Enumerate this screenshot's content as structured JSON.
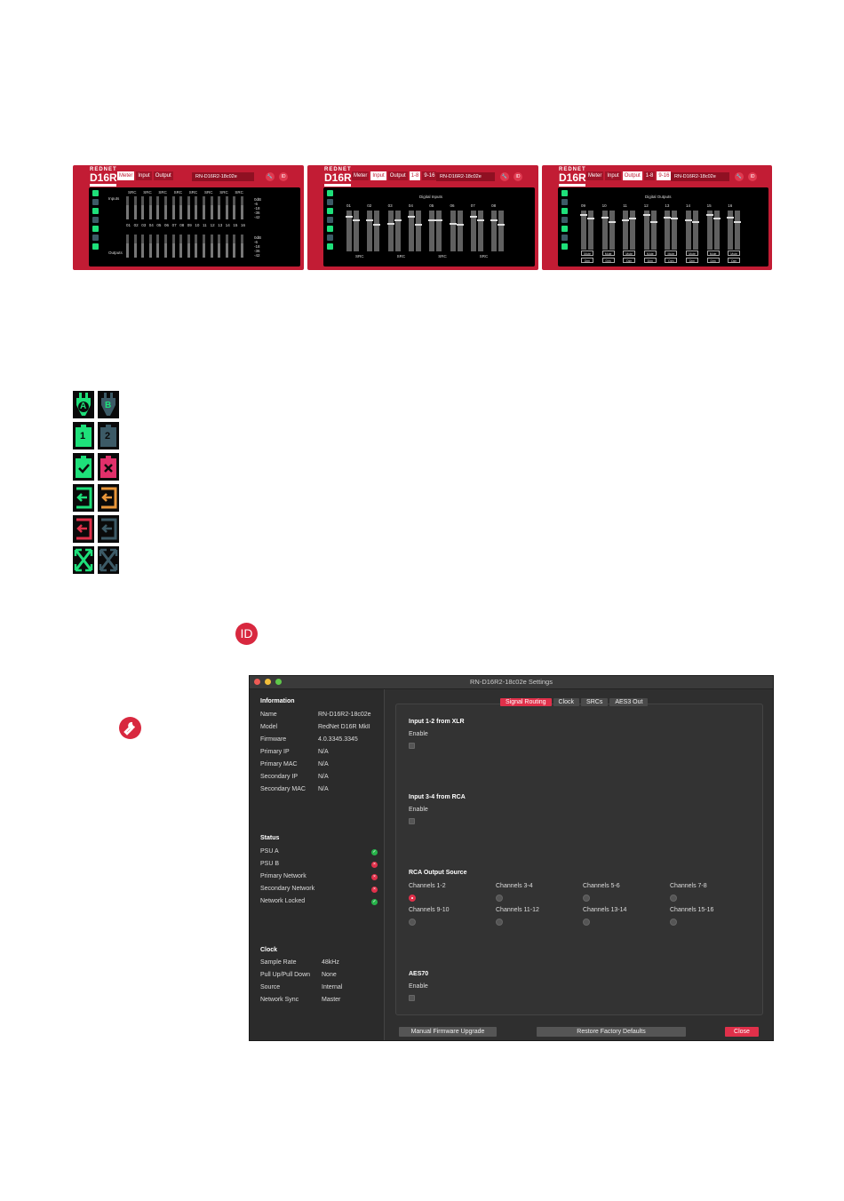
{
  "panels": [
    {
      "brand": "REDNET",
      "model": "D16R",
      "tabs": [
        {
          "label": "Meter",
          "on": true
        },
        {
          "label": "Input",
          "on": false
        },
        {
          "label": "Output",
          "on": false
        }
      ],
      "device_name": "RN-D16R2-18c02e",
      "labels": {
        "inputs": "Inputs",
        "outputs": "Outputs",
        "src": "SRC"
      },
      "channels": [
        "01",
        "02",
        "03",
        "04",
        "05",
        "06",
        "07",
        "08",
        "09",
        "10",
        "11",
        "12",
        "13",
        "14",
        "15",
        "16"
      ],
      "db_scale": [
        "0dB",
        "-6",
        "-18",
        "-36",
        "-42"
      ]
    },
    {
      "brand": "REDNET",
      "model": "D16R",
      "tabs": [
        {
          "label": "Meter",
          "on": false
        },
        {
          "label": "Input",
          "on": true
        },
        {
          "label": "Output",
          "on": false
        },
        {
          "label": "1-8",
          "on": true
        },
        {
          "label": "9-16",
          "on": false
        }
      ],
      "device_name": "RN-D16R2-18c02e",
      "section": "Digital Inputs",
      "channels": [
        "01",
        "02",
        "03",
        "04",
        "05",
        "06",
        "07",
        "08"
      ],
      "src": "SRC"
    },
    {
      "brand": "REDNET",
      "model": "D16R",
      "tabs": [
        {
          "label": "Meter",
          "on": false
        },
        {
          "label": "Input",
          "on": false
        },
        {
          "label": "Output",
          "on": true
        },
        {
          "label": "1-8",
          "on": false
        },
        {
          "label": "9-16",
          "on": true
        }
      ],
      "device_name": "RN-D16R2-18c02e",
      "section": "Digital Outputs",
      "channels": [
        "09",
        "10",
        "11",
        "12",
        "13",
        "14",
        "15",
        "16"
      ],
      "mute": "Mute",
      "dim": "Dim"
    }
  ],
  "legend": {
    "psu_a": "A",
    "psu_b": "B",
    "net_1": "1",
    "net_2": "2"
  },
  "id_button": "ID",
  "colors": {
    "red": "#c21c34",
    "green": "#1ee07a",
    "grey_icon": "#3c5a66",
    "orange": "#e8963a"
  },
  "settings": {
    "title": "RN-D16R2-18c02e Settings",
    "information": {
      "heading": "Information",
      "rows": [
        {
          "k": "Name",
          "v": "RN-D16R2-18c02e"
        },
        {
          "k": "Model",
          "v": "RedNet D16R MkII"
        },
        {
          "k": "Firmware",
          "v": "4.0.3345.3345"
        },
        {
          "k": "Primary IP",
          "v": "N/A"
        },
        {
          "k": "Primary MAC",
          "v": "N/A"
        },
        {
          "k": "Secondary IP",
          "v": "N/A"
        },
        {
          "k": "Secondary MAC",
          "v": "N/A"
        }
      ]
    },
    "status": {
      "heading": "Status",
      "rows": [
        {
          "k": "PSU A",
          "ok": true
        },
        {
          "k": "PSU B",
          "ok": false
        },
        {
          "k": "Primary Network",
          "ok": false
        },
        {
          "k": "Secondary Network",
          "ok": false
        },
        {
          "k": "Network Locked",
          "ok": true
        }
      ]
    },
    "clock": {
      "heading": "Clock",
      "rows": [
        {
          "k": "Sample Rate",
          "v": "48kHz"
        },
        {
          "k": "Pull Up/Pull Down",
          "v": "None"
        },
        {
          "k": "Source",
          "v": "Internal"
        },
        {
          "k": "Network Sync",
          "v": "Master"
        }
      ]
    },
    "tabs": [
      "Signal Routing",
      "Clock",
      "SRCs",
      "AES3 Out"
    ],
    "active_tab": "Signal Routing",
    "sections": {
      "xlr": {
        "title": "Input 1-2 from XLR",
        "enable": "Enable",
        "checked": false
      },
      "rca": {
        "title": "Input 3-4 from RCA",
        "enable": "Enable",
        "checked": false
      },
      "rca_out": {
        "title": "RCA Output Source",
        "options": [
          "Channels 1-2",
          "Channels 3-4",
          "Channels 5-6",
          "Channels 7-8",
          "Channels 9-10",
          "Channels 11-12",
          "Channels 13-14",
          "Channels 15-16"
        ],
        "selected": "Channels 1-2"
      },
      "aes70": {
        "title": "AES70",
        "enable": "Enable",
        "checked": false
      }
    },
    "buttons": {
      "firmware": "Manual Firmware Upgrade",
      "factory": "Restore Factory Defaults",
      "close": "Close"
    }
  }
}
